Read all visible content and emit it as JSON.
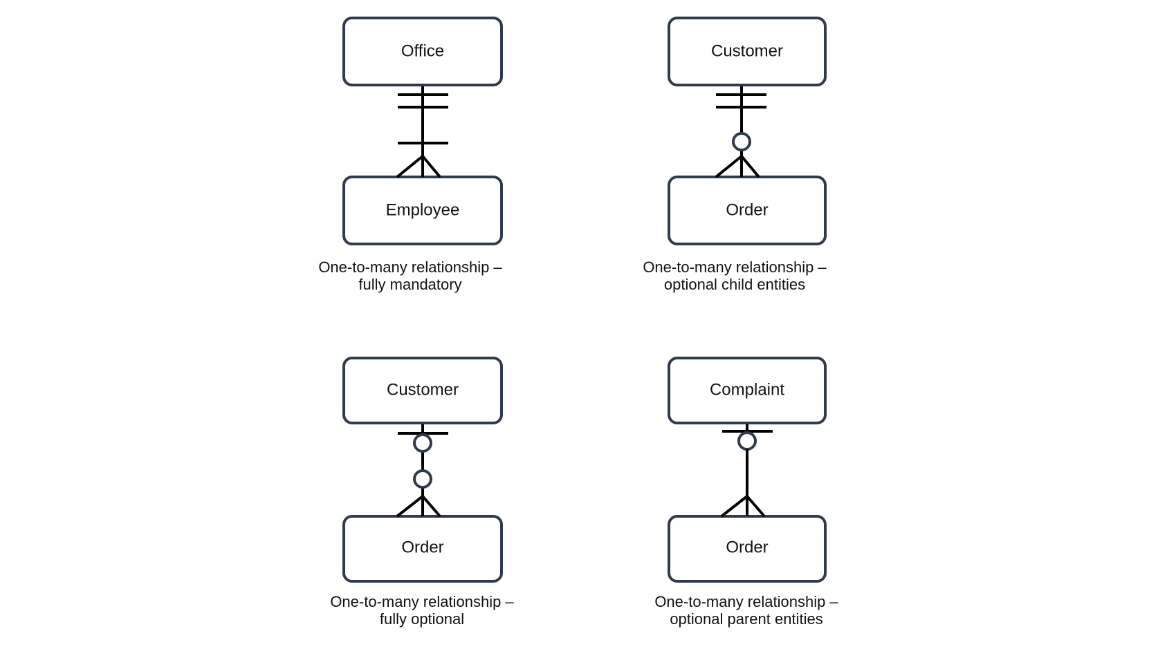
{
  "colors": {
    "entity_border": "#2f3a4a",
    "line": "#000000",
    "text": "#111111",
    "background": "#ffffff"
  },
  "diagrams": [
    {
      "parent": "Office",
      "child": "Employee",
      "caption_line1": "One-to-many relationship –",
      "caption_line2": "fully mandatory",
      "parent_end": "one-and-only-one",
      "child_end": "one-or-many"
    },
    {
      "parent": "Customer",
      "child": "Order",
      "caption_line1": "One-to-many relationship –",
      "caption_line2": "optional child entities",
      "parent_end": "one-and-only-one",
      "child_end": "zero-or-many"
    },
    {
      "parent": "Customer",
      "child": "Order",
      "caption_line1": "One-to-many relationship –",
      "caption_line2": "fully optional",
      "parent_end": "zero-or-one",
      "child_end": "zero-or-many"
    },
    {
      "parent": "Complaint",
      "child": "Order",
      "caption_line1": "One-to-many relationship –",
      "caption_line2": "optional parent entities",
      "parent_end": "zero-or-one",
      "child_end": "many"
    }
  ]
}
